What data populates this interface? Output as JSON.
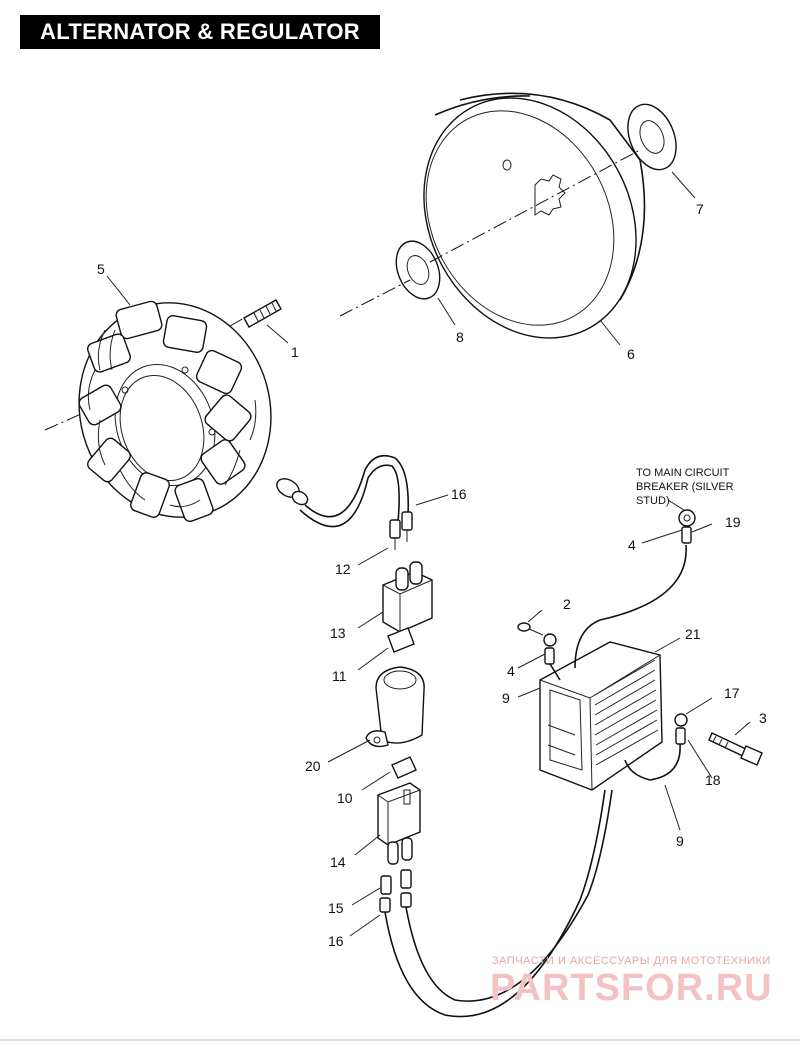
{
  "title": "ALTERNATOR & REGULATOR",
  "note": {
    "line1": "TO MAIN CIRCUIT",
    "line2": "BREAKER (SILVER",
    "line3": "STUD)"
  },
  "callouts": {
    "c1": "1",
    "c2": "2",
    "c3": "3",
    "c4a": "4",
    "c4b": "4",
    "c5": "5",
    "c6": "6",
    "c7": "7",
    "c8": "8",
    "c9a": "9",
    "c9b": "9",
    "c10": "10",
    "c11": "11",
    "c12": "12",
    "c13": "13",
    "c14": "14",
    "c15": "15",
    "c16a": "16",
    "c16b": "16",
    "c17": "17",
    "c18": "18",
    "c19": "19",
    "c20": "20",
    "c21": "21"
  },
  "watermark": {
    "top": "ЗАПЧАСТИ И АКСЕССУАРЫ ДЛЯ МОТОТЕХНИКИ",
    "main": "PARTSFOR.RU"
  }
}
